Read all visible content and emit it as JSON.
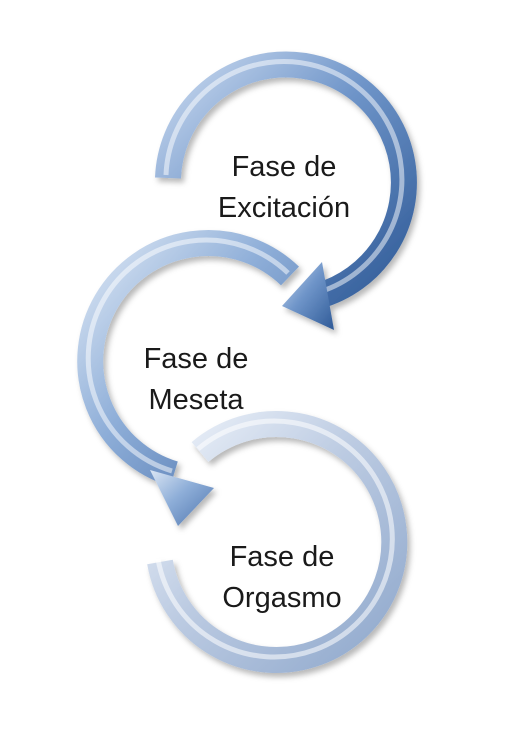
{
  "stages": [
    {
      "line1": "Fase de",
      "line2": "Excitación",
      "color_dark": "#2f5a97",
      "color_mid": "#6f95c9",
      "color_light": "#c9d9ef"
    },
    {
      "line1": "Fase de",
      "line2": "Meseta",
      "color_dark": "#4d74ad",
      "color_mid": "#8eaed8",
      "color_light": "#dbe6f4"
    },
    {
      "line1": "Fase de",
      "line2": "Orgasmo",
      "color_dark": "#8fa8cc",
      "color_mid": "#bccbe2",
      "color_light": "#eef3fa"
    }
  ]
}
